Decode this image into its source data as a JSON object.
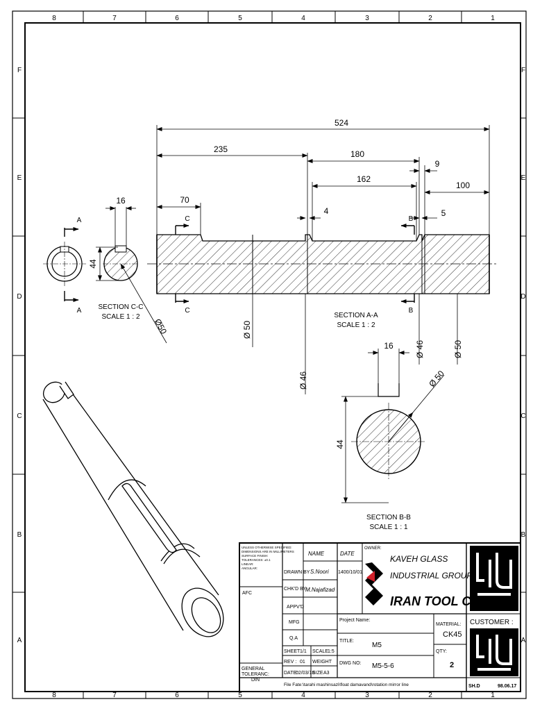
{
  "zones": {
    "columns": [
      "8",
      "7",
      "6",
      "5",
      "4",
      "3",
      "2",
      "1"
    ],
    "rows": [
      "F",
      "E",
      "D",
      "C",
      "B",
      "A"
    ]
  },
  "dimensions": {
    "overall": "524",
    "d235": "235",
    "d180": "180",
    "d162": "162",
    "d9": "9",
    "d100": "100",
    "d70": "70",
    "d4": "4",
    "d5": "5",
    "c_width": "16",
    "c_height": "44",
    "dia50_c": "Ø50",
    "dia50_shaft": "Ø 50",
    "dia46_a": "Ø 46",
    "dia46_b": "Ø 46",
    "dia50_b": "Ø 50",
    "b_width": "16",
    "b_height": "44",
    "b_dia": "Ø 50"
  },
  "cut_labels": {
    "a": "A",
    "b": "B",
    "c": "C"
  },
  "sections": {
    "cc_title": "SECTION C-C",
    "cc_scale": "SCALE 1 : 2",
    "aa_title": "SECTION A-A",
    "aa_scale": "SCALE 1 : 2",
    "bb_title": "SECTION B-B",
    "bb_scale": "SCALE 1 : 1"
  },
  "title_block": {
    "notes": [
      "UNLESS OTHERWISE SPECIFIED:",
      "DIMENSIONS ARE IN MILLIMETERS",
      "SURFACE FINISH:",
      "TOLERANCES: ±0.1",
      "LINEAR:",
      "ANGULAR:"
    ],
    "afc": "AFC",
    "general_tolerance": "GENERAL",
    "tolerance_label": "TOLERANC:",
    "tolerance_std": "DIN",
    "name_header": "NAME",
    "date_header": "DATE",
    "drawn_by_label": "DRAWN BY",
    "drawn_by": "S.Noori",
    "drawn_date": "1400/10/01",
    "checked_label": "CHK'D BY",
    "checked_by": "M.Najafizad",
    "approved_label": "APPV'D",
    "mfg_label": "MFG",
    "qa_label": "Q.A",
    "sheet_label": "SHEET",
    "sheet_value": "1/1",
    "scale_label": "SCALE",
    "scale_value": "1:5",
    "rev_label": "REV :",
    "rev_value": "01",
    "weight_label": "WEIGHT",
    "date_label": "DATE:",
    "date_value": "02/03/18",
    "size_label": "SIZE",
    "size_value": "A3",
    "file_path": "File Fate:\\tarahi mashinsazi\\float damavand\\rotation mirror line",
    "owner_label": "OWNER:",
    "company_line1": "KAVEH GLASS",
    "company_line2": "INDUSTRIAL GROUP",
    "company_name": "IRAN TOOL CO",
    "project_label": "Project Name:",
    "title_label": "TITLE:",
    "title_value": "M5",
    "dwg_label": "DWG NO:",
    "dwg_value": "M5-5-6",
    "material_label": "MATERIAL:",
    "material_value": "CK45",
    "qty_label": "QTY:",
    "qty_value": "2",
    "customer_label": "CUSTOMER :",
    "shd_label": "SH.D",
    "shd_value": "98.06.17"
  },
  "colors": {
    "line": "#000000",
    "accent_red": "#d0202a"
  }
}
